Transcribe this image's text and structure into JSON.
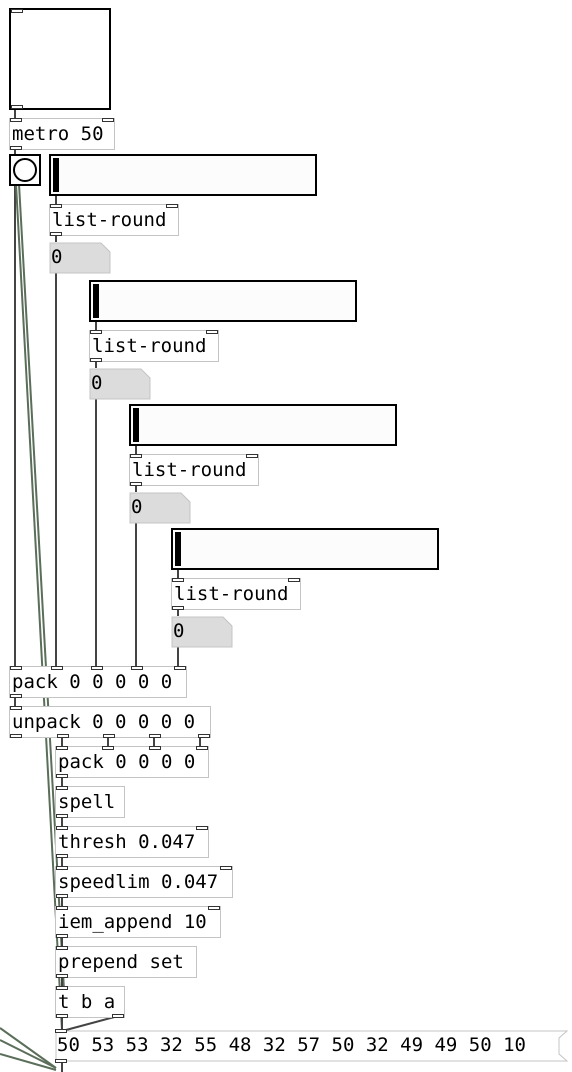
{
  "objects": {
    "metro": "metro 50",
    "listround1": "list-round",
    "listround2": "list-round",
    "listround3": "list-round",
    "listround4": "list-round",
    "pack": "pack 0 0 0 0 0",
    "unpack": "unpack 0 0 0 0 0",
    "pack2": "pack 0 0 0 0",
    "spell": "spell",
    "thresh": "thresh 0.047",
    "speedlim": "speedlim 0.047",
    "iemappend": "iem_append 10",
    "prepend": "prepend set",
    "trigger": "t b a"
  },
  "numbers": {
    "n1": "0",
    "n2": "0",
    "n3": "0",
    "n4": "0"
  },
  "message": {
    "text": "50 53 53 32 55 48 32 57 50 32 49 49 50 10"
  }
}
